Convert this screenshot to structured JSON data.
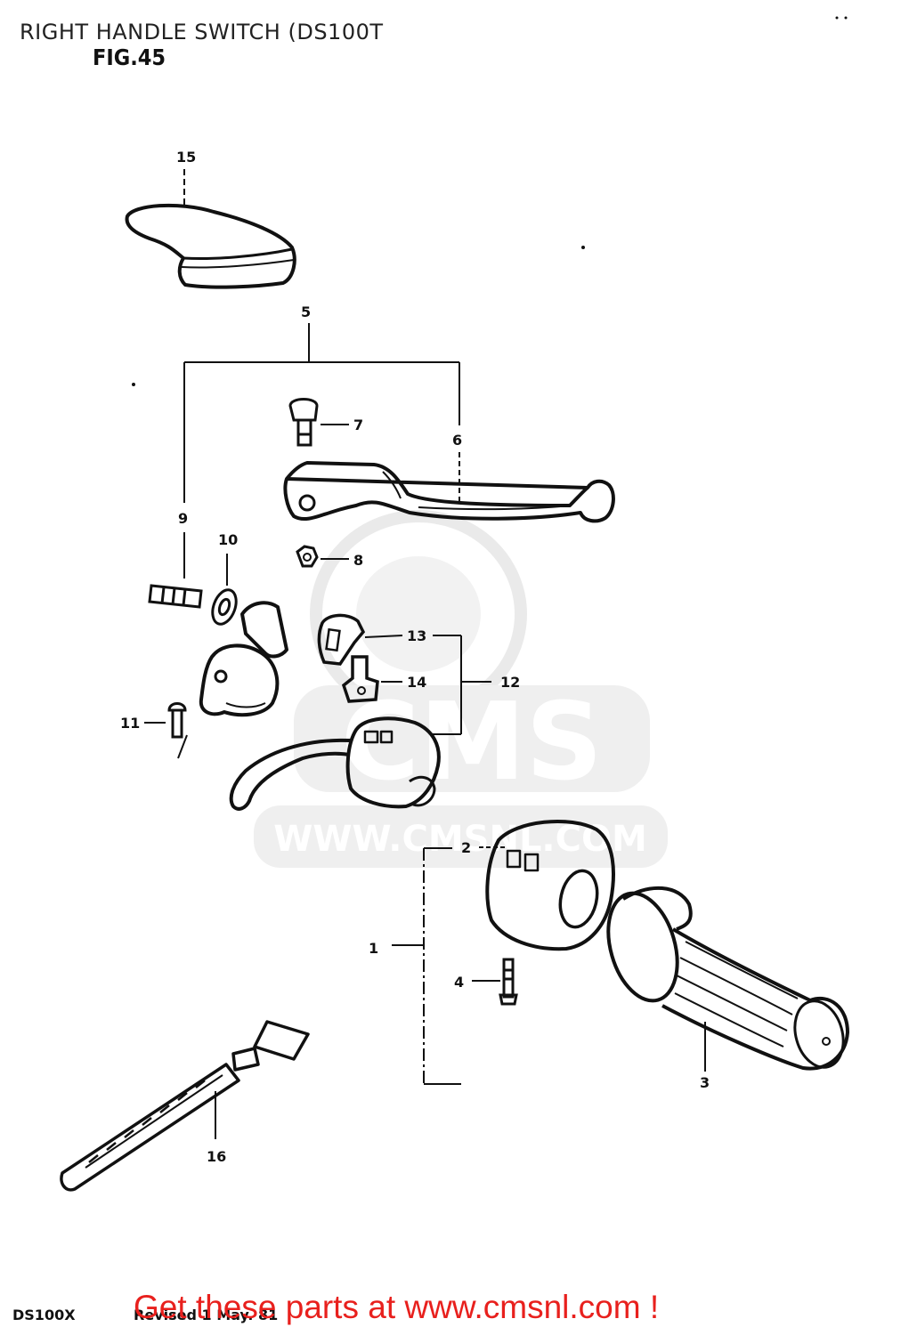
{
  "page": {
    "title": "RIGHT HANDLE SWITCH (DS100T",
    "figure": "FIG.45"
  },
  "watermark": {
    "brand": "CMS",
    "url": "WWW.CMSNL.COM"
  },
  "callouts": [
    "1",
    "2",
    "3",
    "4",
    "5",
    "6",
    "7",
    "8",
    "9",
    "10",
    "11",
    "12",
    "13",
    "14",
    "15",
    "16"
  ],
  "footer": {
    "model_code": "DS100X",
    "revised": "Revised 1 May. 81",
    "cta": "Get these parts at www.cmsnl.com !"
  },
  "colors": {
    "ink": "#111111",
    "cta": "#e8201d",
    "watermark": "#d9d9d9"
  }
}
